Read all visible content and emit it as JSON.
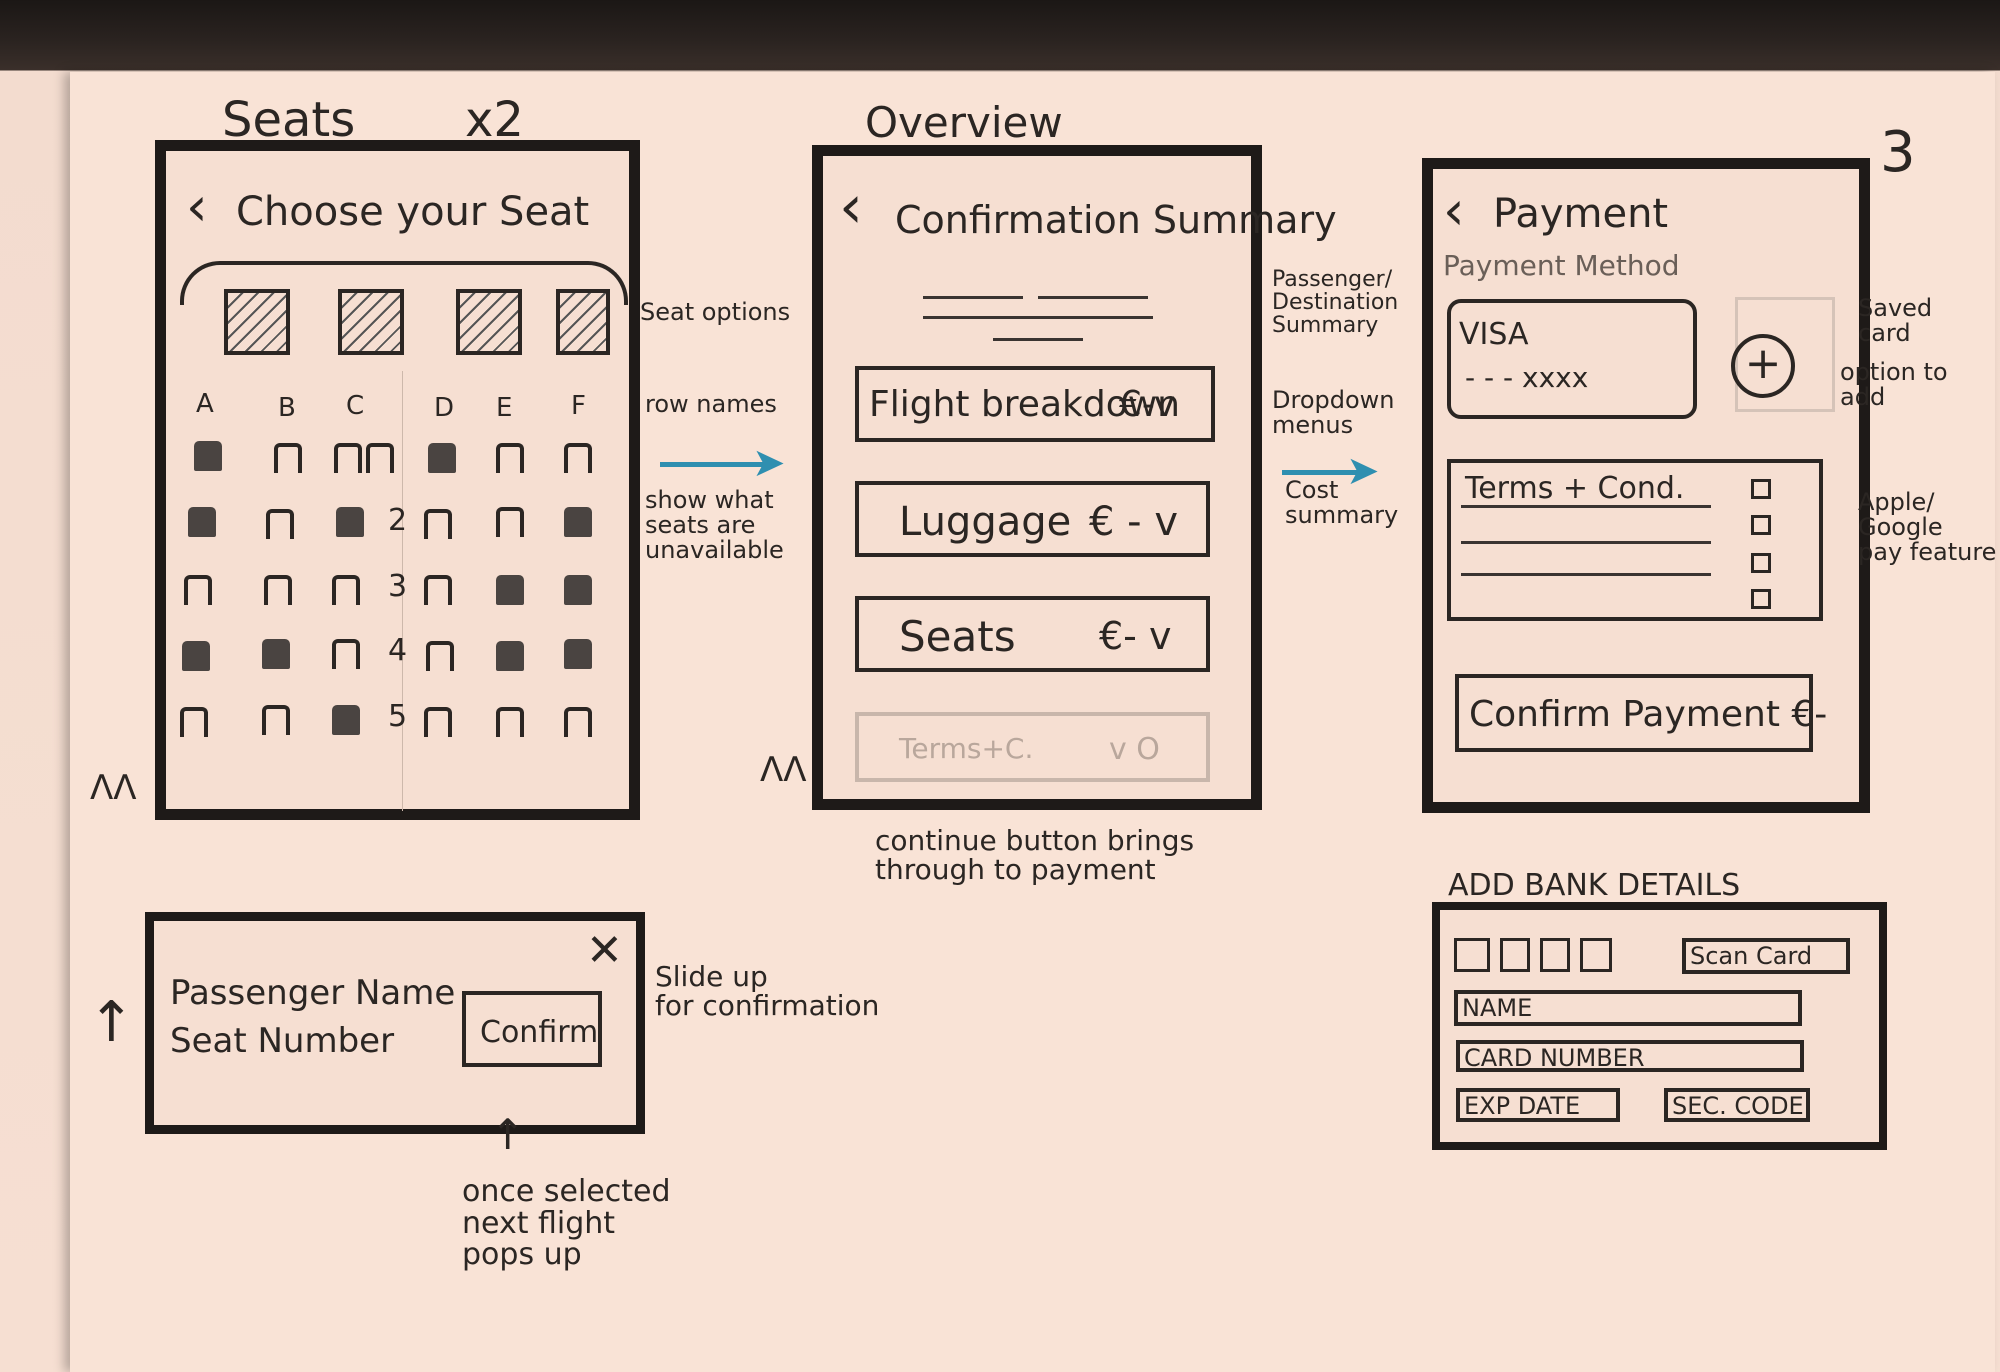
{
  "page_number": "3",
  "seats": {
    "heading": "Seats",
    "multiplier": "x2",
    "back_icon": "chevron-left-icon",
    "title": "Choose your Seat",
    "columns": [
      "A",
      "B",
      "C",
      "D",
      "E",
      "F"
    ],
    "rows": [
      "2",
      "3",
      "4",
      "5"
    ]
  },
  "overview": {
    "heading": "Overview",
    "back_icon": "chevron-left-icon",
    "title": "Confirmation Summary",
    "dropdowns": [
      {
        "label": "Flight breakdown",
        "price": "€-v"
      },
      {
        "label": "Luggage",
        "price": "€ - v"
      },
      {
        "label": "Seats",
        "price": "€- v"
      },
      {
        "label": "Terms+C.",
        "price": "v  O"
      }
    ]
  },
  "payment": {
    "back_icon": "chevron-left-icon",
    "title": "Payment",
    "method_label": "Payment Method",
    "card_brand": "VISA",
    "card_number": "- - -  xxxx",
    "terms_label": "Terms + Cond.",
    "confirm_button": "Confirm Payment €-"
  },
  "popup": {
    "passenger_name": "Passenger Name",
    "seat_number": "Seat Number",
    "confirm_button": "Confirm",
    "close_icon": "close-icon"
  },
  "bank": {
    "heading": "ADD BANK DETAILS",
    "scan_button": "Scan Card",
    "name_field": "NAME",
    "card_field": "CARD NUMBER",
    "exp_field": "EXP DATE",
    "sec_field": "SEC. CODE"
  },
  "annotations": {
    "seat_options": "Seat options",
    "row_names": "row names",
    "unavailable": "show what\nseats are\nunavailable",
    "passenger_summary": "Passenger/\nDestination\nSummary",
    "dropdown_menus": "Dropdown\nmenus",
    "cost_summary": "Cost\nsummary",
    "saved_card": "Saved\ncard",
    "option_add": "option to\nadd",
    "apple_google": "Apple/\nGoogle\npay feature",
    "continue_button": "continue button brings\nthrough to payment",
    "slide_up": "Slide up\nfor confirmation",
    "once_selected": "once selected\nnext flight\npops up"
  },
  "colors": {
    "paper": "#f9e3d6",
    "ink": "#2b2623",
    "arrow_blue": "#2f8fb0"
  }
}
